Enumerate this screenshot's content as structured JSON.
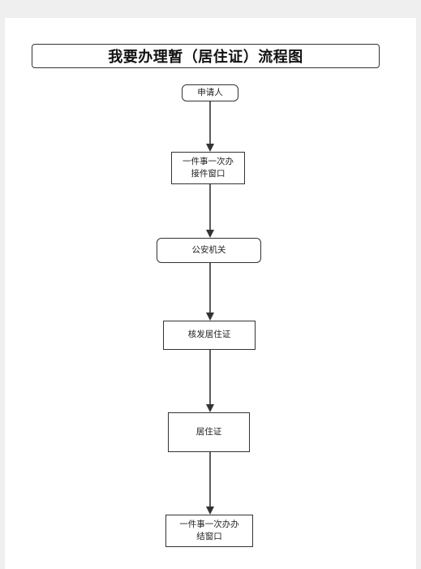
{
  "diagram": {
    "title": "我要办理暂（居住证）流程图",
    "nodes": [
      {
        "id": "applicant",
        "label": "申请人"
      },
      {
        "id": "one-stop-intake",
        "label": "一件事一次办\n接件窗口"
      },
      {
        "id": "police-authority",
        "label": "公安机关"
      },
      {
        "id": "issue-permit",
        "label": "核发居住证"
      },
      {
        "id": "residence-permit",
        "label": "居住证"
      },
      {
        "id": "one-stop-close",
        "label": "一件事一次办办\n结窗口"
      }
    ],
    "edges": [
      {
        "from": "applicant",
        "to": "one-stop-intake"
      },
      {
        "from": "one-stop-intake",
        "to": "police-authority"
      },
      {
        "from": "police-authority",
        "to": "issue-permit"
      },
      {
        "from": "issue-permit",
        "to": "residence-permit"
      },
      {
        "from": "residence-permit",
        "to": "one-stop-close"
      }
    ]
  }
}
